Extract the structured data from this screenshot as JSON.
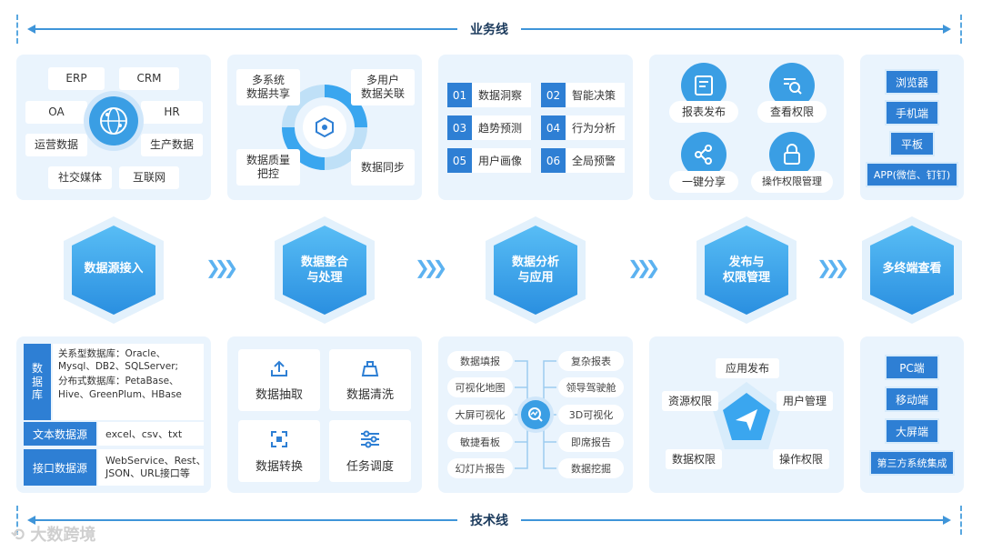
{
  "business_line": "业务线",
  "tech_line": "技术线",
  "watermark": "大数跨境",
  "stages": [
    {
      "label_l1": "数据源接入",
      "label_l2": ""
    },
    {
      "label_l1": "数据整合",
      "label_l2": "与处理"
    },
    {
      "label_l1": "数据分析",
      "label_l2": "与应用"
    },
    {
      "label_l1": "发布与",
      "label_l2": "权限管理"
    },
    {
      "label_l1": "多终端查看",
      "label_l2": ""
    }
  ],
  "top1": {
    "items": [
      "ERP",
      "CRM",
      "OA",
      "HR",
      "运营数据",
      "生产数据",
      "社交媒体",
      "互联网"
    ]
  },
  "top2": {
    "items": [
      "多系统\n数据共享",
      "多用户\n数据关联",
      "数据质量\n把控",
      "数据同步"
    ]
  },
  "top3": {
    "items": [
      {
        "num": "01",
        "text": "数据洞察"
      },
      {
        "num": "02",
        "text": "智能决策"
      },
      {
        "num": "03",
        "text": "趋势预测"
      },
      {
        "num": "04",
        "text": "行为分析"
      },
      {
        "num": "05",
        "text": "用户画像"
      },
      {
        "num": "06",
        "text": "全局预警"
      }
    ]
  },
  "top4": {
    "items": [
      "报表发布",
      "查看权限",
      "一键分享",
      "操作权限管理"
    ]
  },
  "top5": {
    "items": [
      "浏览器",
      "手机端",
      "平板",
      "APP(微信、钉钉)"
    ]
  },
  "bot1": {
    "db_title": "数\n据\n库",
    "db_text1": "关系型数据库：Oracle、\nMysql、DB2、SQLServer;",
    "db_text2": "分布式数据库：PetaBase、\nHive、GreenPlum、HBase",
    "text_title": "文本数据源",
    "text_value": "excel、csv、txt",
    "api_title": "接口数据源",
    "api_value": "WebService、Rest、\nJSON、URL接口等"
  },
  "bot2": {
    "items": [
      "数据抽取",
      "数据清洗",
      "数据转换",
      "任务调度"
    ]
  },
  "bot3": {
    "left": [
      "数据填报",
      "可视化地图",
      "大屏可视化",
      "敏捷看板",
      "幻灯片报告"
    ],
    "right": [
      "复杂报表",
      "领导驾驶舱",
      "3D可视化",
      "即席报告",
      "数据挖掘"
    ]
  },
  "bot4": {
    "items": [
      "应用发布",
      "资源权限",
      "用户管理",
      "数据权限",
      "操作权限"
    ]
  },
  "bot5": {
    "items": [
      "PC端",
      "移动端",
      "大屏端",
      "第三方系统集成"
    ]
  },
  "colors": {
    "accent": "#2e7fd4",
    "panel": "#eaf4fd",
    "hex": "#3aa6ef"
  }
}
